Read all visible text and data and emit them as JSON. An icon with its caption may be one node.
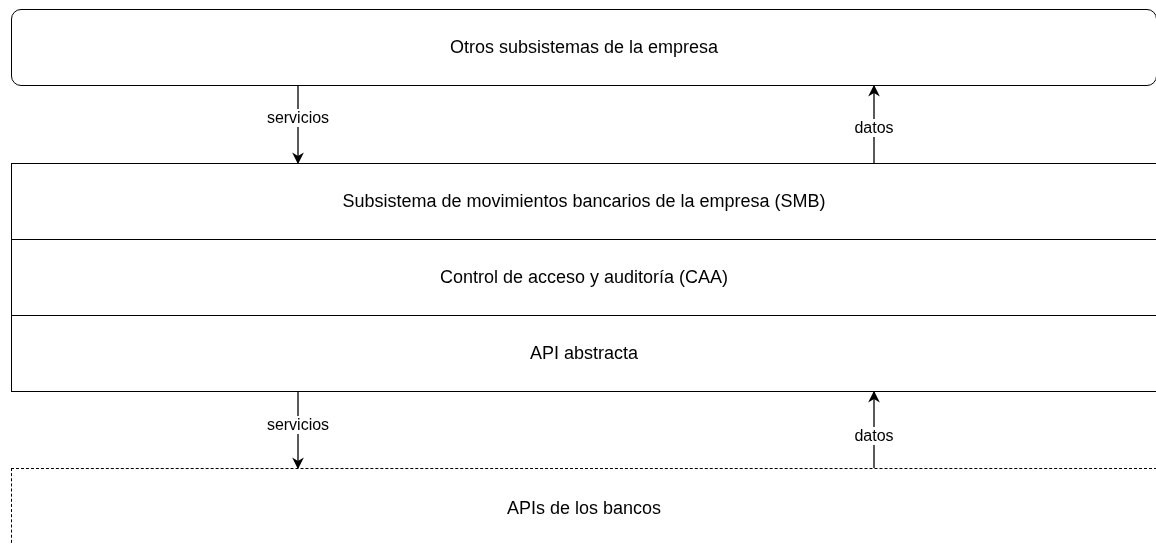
{
  "diagram": {
    "nodes": [
      {
        "text": [
          "Otros subsistemas de la empresa"
        ]
      },
      {
        "text": [
          "Subsistema de movimientos bancarios de la empresa (SMB)"
        ]
      },
      {
        "text": [
          "Control de acceso y auditoría (CAA)"
        ]
      },
      {
        "text": [
          "API abstracta"
        ]
      },
      {
        "text": [
          "APIs de los bancos"
        ]
      }
    ],
    "edges": [
      {
        "from": 0,
        "to": 1,
        "arrow": "to",
        "label": "servicios"
      },
      {
        "from": 1,
        "to": 0,
        "arrow": "to",
        "label": "datos"
      },
      {
        "from": 3,
        "to": 4,
        "arrow": "to",
        "label": "servicios"
      },
      {
        "from": 4,
        "to": 3,
        "arrow": "to",
        "label": "datos"
      }
    ]
  }
}
